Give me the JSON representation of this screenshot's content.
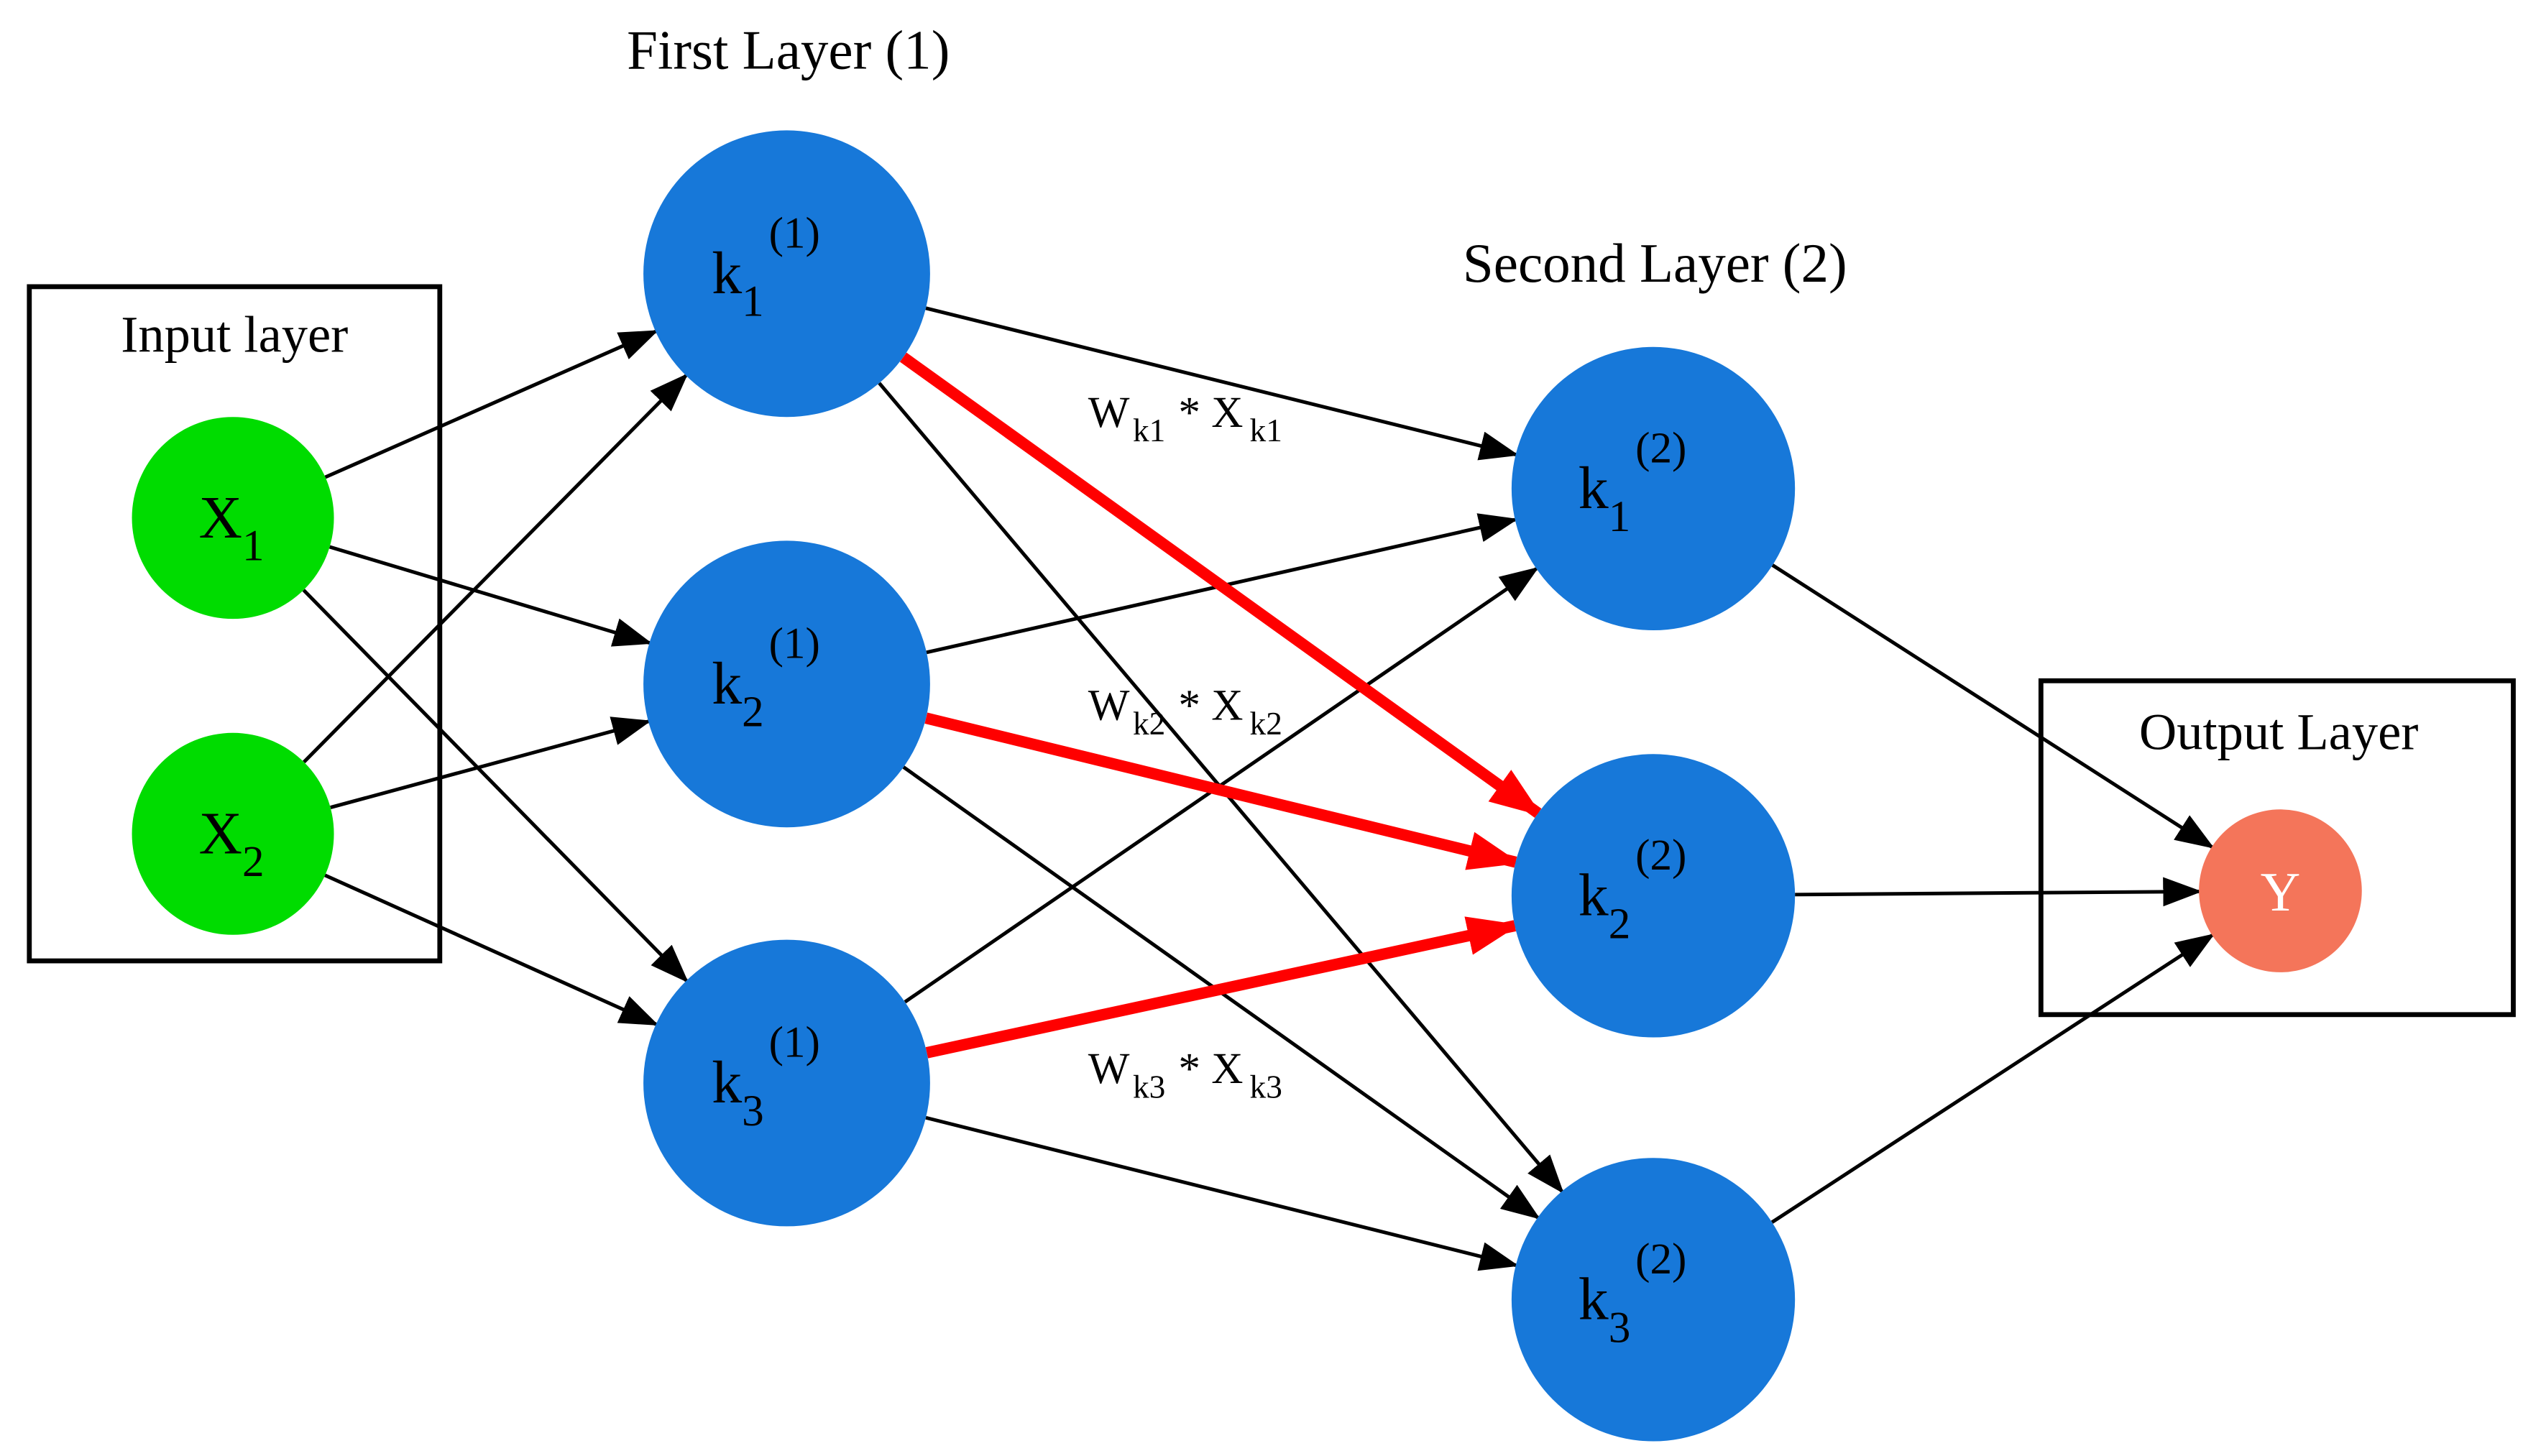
{
  "diagram": {
    "type": "neural-network",
    "titles": {
      "first_layer": "First Layer (1)",
      "second_layer": "Second Layer (2)",
      "input_box": "Input layer",
      "output_box": "Output Layer"
    },
    "nodes": {
      "input": [
        {
          "base": "X",
          "sub": "1"
        },
        {
          "base": "X",
          "sub": "2"
        }
      ],
      "layer1": [
        {
          "base": "k",
          "sub": "1",
          "sup": "(1)"
        },
        {
          "base": "k",
          "sub": "2",
          "sup": "(1)"
        },
        {
          "base": "k",
          "sub": "3",
          "sup": "(1)"
        }
      ],
      "layer2": [
        {
          "base": "k",
          "sub": "1",
          "sup": "(2)"
        },
        {
          "base": "k",
          "sub": "2",
          "sup": "(2)"
        },
        {
          "base": "k",
          "sub": "3",
          "sup": "(2)"
        }
      ],
      "output": {
        "label": "Y"
      }
    },
    "edge_labels": [
      {
        "w": "W",
        "wsub": "k1",
        "op": "* X",
        "xsub": "k1"
      },
      {
        "w": "W",
        "wsub": "k2",
        "op": "* X",
        "xsub": "k2"
      },
      {
        "w": "W",
        "wsub": "k3",
        "op": "* X",
        "xsub": "k3"
      }
    ],
    "colors": {
      "input_node": "#00dc00",
      "hidden_node": "#1778d9",
      "output_node": "#f4755a",
      "edge": "#000000",
      "highlight_edge": "#ff0000",
      "edge_label": "#0000ff"
    }
  }
}
